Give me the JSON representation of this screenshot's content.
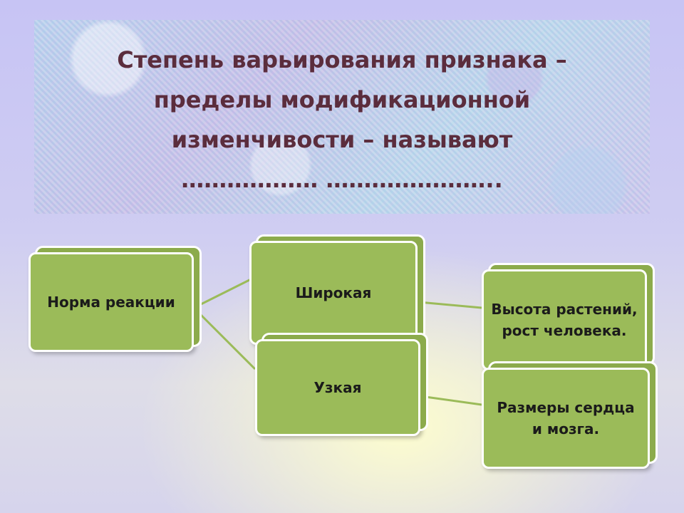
{
  "title": {
    "line1": "Степень варьирования признака –",
    "line2": "пределы модификационной",
    "line3": "изменчивости – называют",
    "line4": "……………… ………………….."
  },
  "nodes": {
    "root": "Норма реакции",
    "wide": "Широкая",
    "narrow": "Узкая",
    "wide_example": "Высота растений, рост человека.",
    "narrow_example": "Размеры сердца и мозга."
  },
  "colors": {
    "box_fill": "#9bbb59",
    "box_border": "#ffffff",
    "title_text": "#5b2d3d",
    "connector": "#9bbb59"
  }
}
